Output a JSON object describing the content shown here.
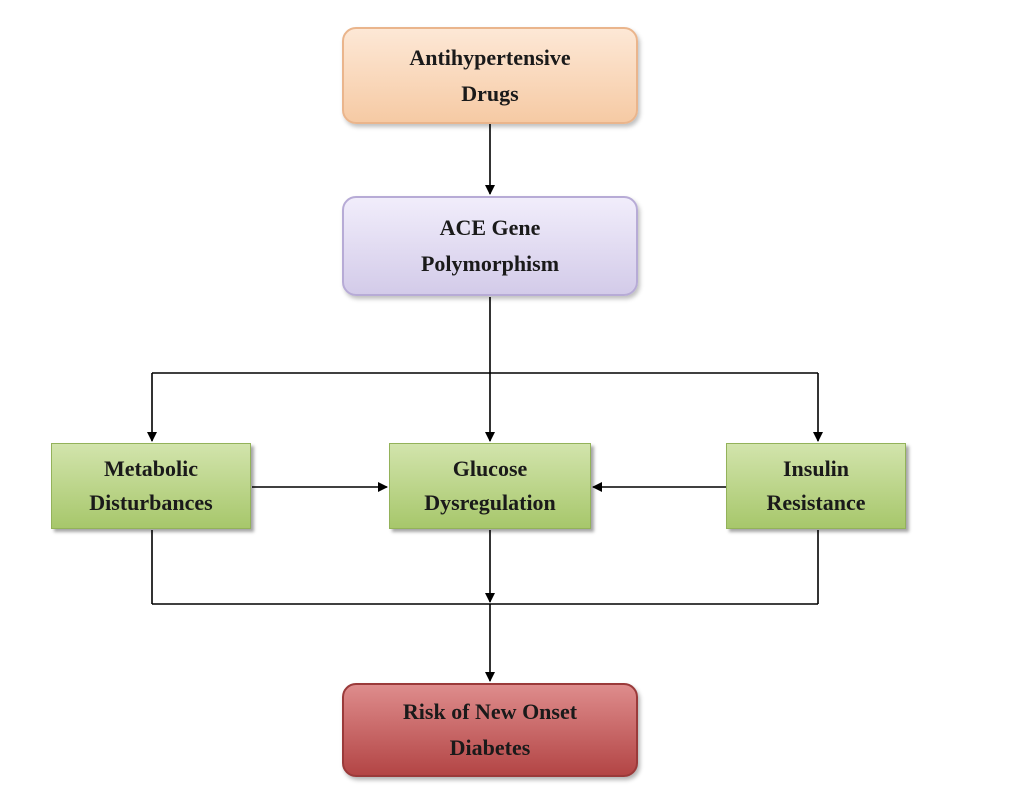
{
  "diagram": {
    "nodes": {
      "antihypertensive": {
        "line1": "Antihypertensive",
        "line2": "Drugs",
        "color": "#f6caa4"
      },
      "ace": {
        "line1": "ACE Gene",
        "line2": "Polymorphism",
        "color": "#d3cbe9"
      },
      "metabolic": {
        "line1": "Metabolic",
        "line2": "Disturbances",
        "color": "#a7c76b"
      },
      "glucose": {
        "line1": "Glucose",
        "line2": "Dysregulation",
        "color": "#a7c76b"
      },
      "insulin": {
        "line1": "Insulin",
        "line2": "Resistance",
        "color": "#a7c76b"
      },
      "risk": {
        "line1": "Risk of New Onset",
        "line2": "Diabetes",
        "color": "#b34545"
      }
    },
    "edges": [
      {
        "from": "antihypertensive",
        "to": "ace"
      },
      {
        "from": "ace",
        "to": "metabolic"
      },
      {
        "from": "ace",
        "to": "glucose"
      },
      {
        "from": "ace",
        "to": "insulin"
      },
      {
        "from": "metabolic",
        "to": "glucose"
      },
      {
        "from": "insulin",
        "to": "glucose"
      },
      {
        "from": "metabolic",
        "to": "risk"
      },
      {
        "from": "glucose",
        "to": "risk"
      },
      {
        "from": "insulin",
        "to": "risk"
      }
    ]
  }
}
